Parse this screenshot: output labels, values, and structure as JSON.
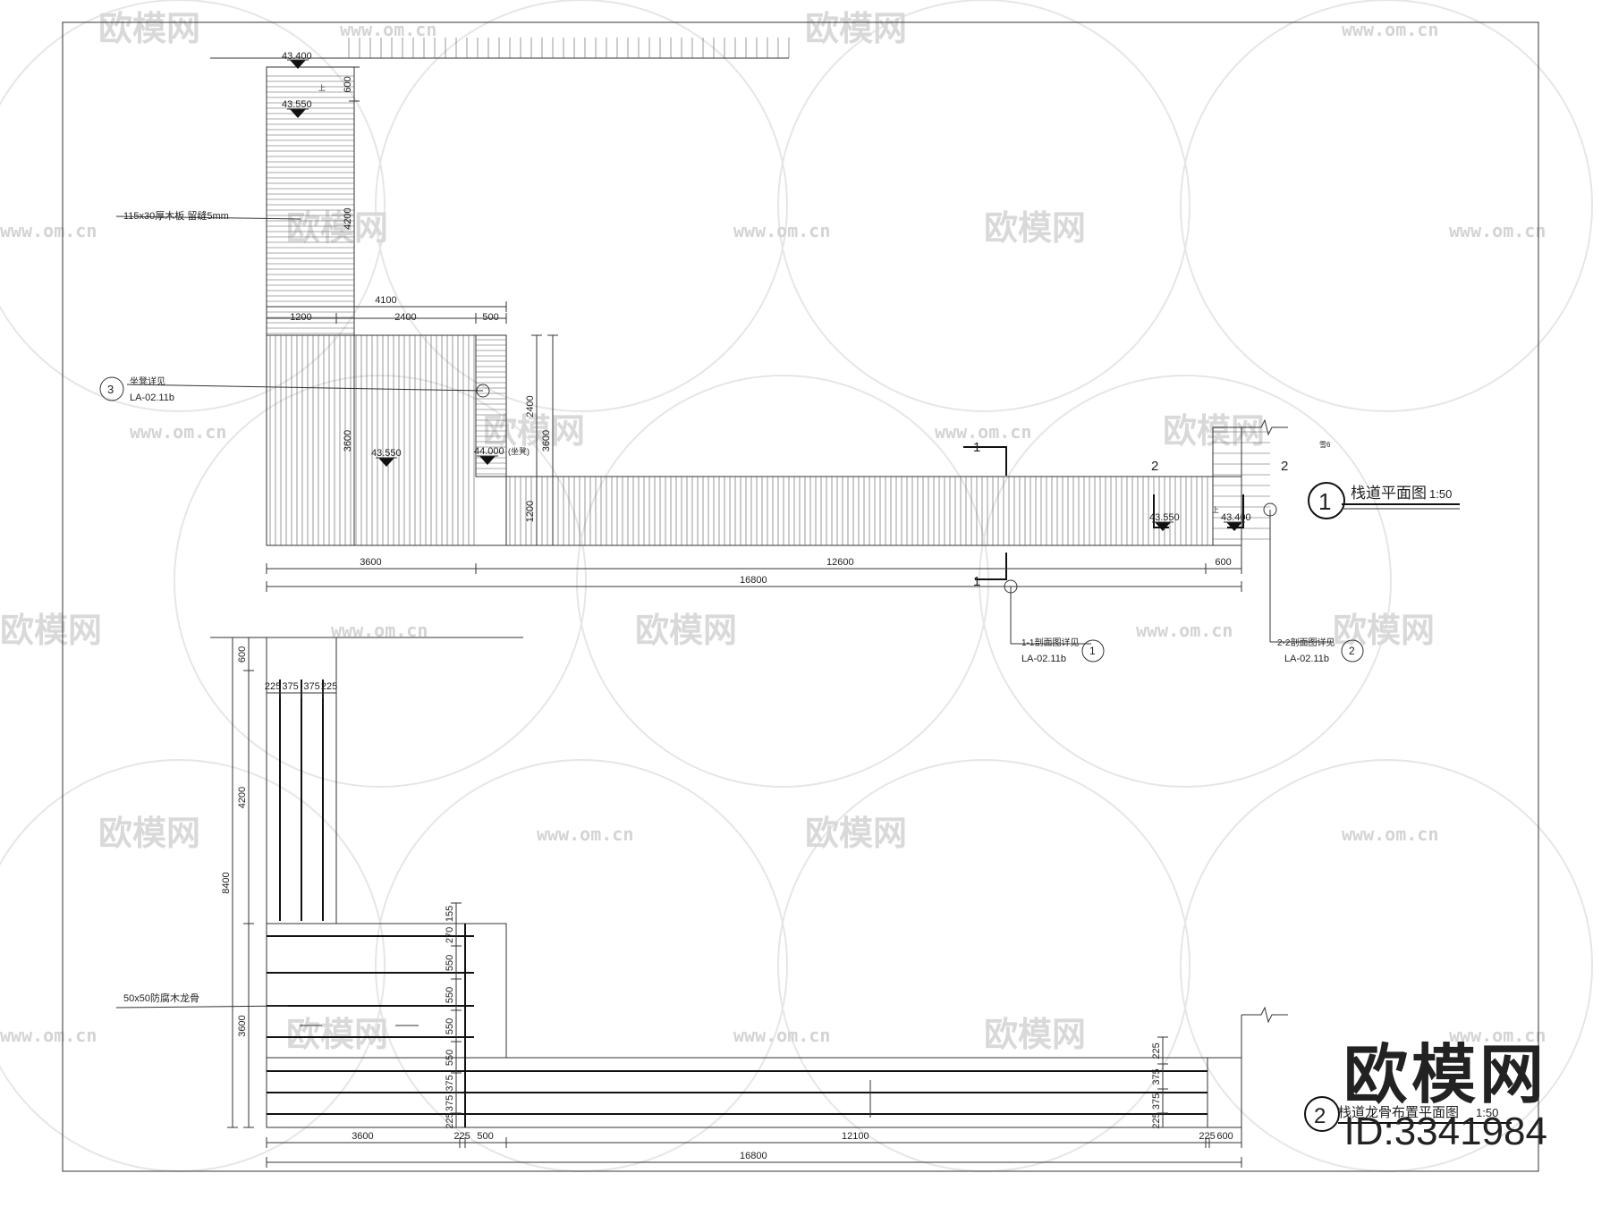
{
  "watermark": {
    "logo_text": "欧模网",
    "url_text": "www.om.cn"
  },
  "brand": {
    "logo": "欧模网",
    "id": "ID:3341984"
  },
  "plan1": {
    "title": "栈道平面图",
    "scale": "1:50",
    "index": "1",
    "elevations": [
      "43.400",
      "43.550",
      "43.550",
      "44.000",
      "43.550",
      "43.400"
    ],
    "elevation_note": "(坐凳)",
    "label_deck": "115x30厚木板  留缝5mm",
    "label_seat": "坐凳详见",
    "seat_ref": "LA-02.11b",
    "seat_index": "3",
    "section1_note": "1-1剖面图详见",
    "section1_ref": "LA-02.11b",
    "section1_index": "1",
    "section2_note": "2-2剖面图详见",
    "section2_ref": "LA-02.11b",
    "section2_index": "2",
    "section_marks": [
      "1",
      "1",
      "2",
      "2"
    ],
    "small_marks": [
      "上",
      "上",
      "雪6"
    ],
    "dims_top": [
      "4100",
      "1200",
      "2400",
      "500"
    ],
    "dims_vert_left": [
      "600",
      "4200",
      "3600"
    ],
    "dims_vert_mid": [
      "2400",
      "3600",
      "1200"
    ],
    "dims_bottom_row1": [
      "3600",
      "12600",
      "600"
    ],
    "dims_bottom_row2": [
      "16800"
    ]
  },
  "plan2": {
    "title": "栈道龙骨布置平面图",
    "scale": "1:50",
    "index": "2",
    "label_joist": "50x50防腐木龙骨",
    "dims_top": [
      "225",
      "375",
      "375",
      "225"
    ],
    "dims_vert_left": [
      "600",
      "4200",
      "3600"
    ],
    "dims_vert_total": "8400",
    "dims_vert_joists": [
      "155",
      "270",
      "550",
      "550",
      "550",
      "550",
      "375",
      "375",
      "225"
    ],
    "dims_vert_right": [
      "225",
      "375",
      "375",
      "225"
    ],
    "dims_bottom_row1": [
      "3600",
      "225",
      "500",
      "12100",
      "225",
      "600"
    ],
    "dims_bottom_row2": [
      "16800"
    ]
  }
}
